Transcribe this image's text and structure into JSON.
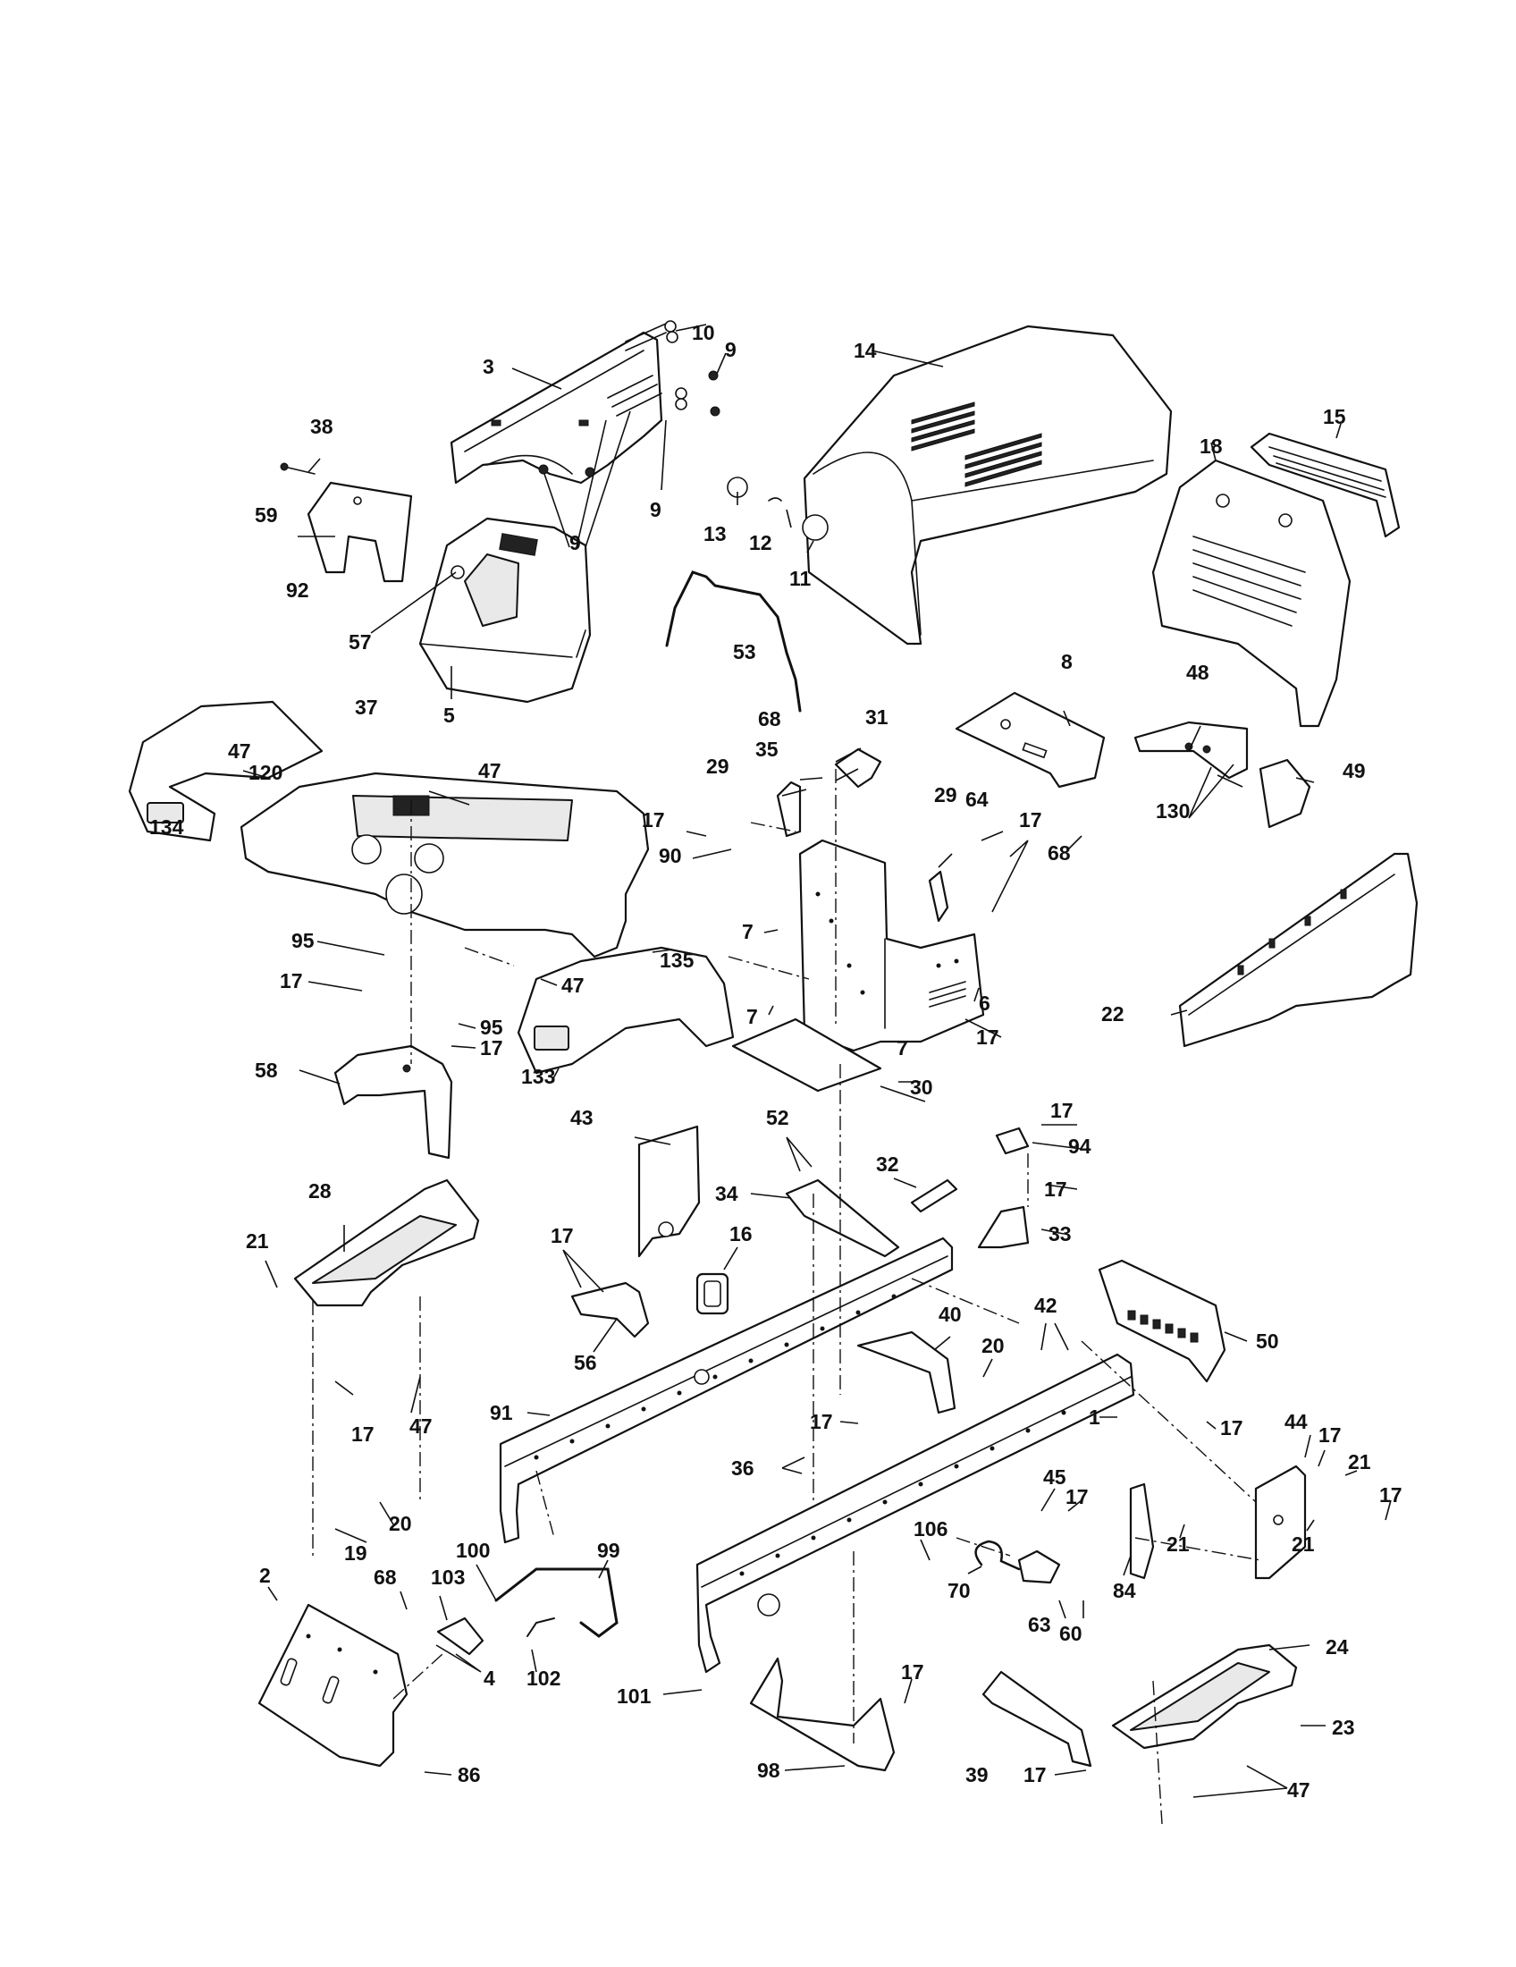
{
  "diagram": {
    "part_numbers": [
      "1",
      "2",
      "3",
      "4",
      "5",
      "6",
      "7",
      "8",
      "9",
      "10",
      "11",
      "12",
      "13",
      "14",
      "15",
      "16",
      "17",
      "18",
      "19",
      "20",
      "21",
      "22",
      "23",
      "24",
      "28",
      "29",
      "30",
      "31",
      "32",
      "33",
      "34",
      "35",
      "36",
      "37",
      "38",
      "39",
      "40",
      "42",
      "43",
      "44",
      "45",
      "47",
      "48",
      "49",
      "50",
      "52",
      "53",
      "56",
      "57",
      "58",
      "59",
      "60",
      "63",
      "64",
      "68",
      "70",
      "84",
      "86",
      "90",
      "91",
      "92",
      "94",
      "95",
      "98",
      "99",
      "100",
      "101",
      "102",
      "103",
      "106",
      "120",
      "130",
      "133",
      "134",
      "135"
    ]
  },
  "callouts": [
    {
      "id": "c10",
      "label": "10"
    },
    {
      "id": "c9a",
      "label": "9"
    },
    {
      "id": "c3",
      "label": "3"
    },
    {
      "id": "c14",
      "label": "14"
    },
    {
      "id": "c18",
      "label": "18"
    },
    {
      "id": "c15",
      "label": "15"
    },
    {
      "id": "c38",
      "label": "38"
    },
    {
      "id": "c59",
      "label": "59"
    },
    {
      "id": "c9b",
      "label": "9"
    },
    {
      "id": "c9c",
      "label": "9"
    },
    {
      "id": "c13",
      "label": "13"
    },
    {
      "id": "c12",
      "label": "12"
    },
    {
      "id": "c11",
      "label": "11"
    },
    {
      "id": "c92",
      "label": "92"
    },
    {
      "id": "c57",
      "label": "57"
    },
    {
      "id": "c53",
      "label": "53"
    },
    {
      "id": "c5",
      "label": "5"
    },
    {
      "id": "c8",
      "label": "8"
    },
    {
      "id": "c48",
      "label": "48"
    },
    {
      "id": "c37",
      "label": "37"
    },
    {
      "id": "c68a",
      "label": "68"
    },
    {
      "id": "c31",
      "label": "31"
    },
    {
      "id": "c35",
      "label": "35"
    },
    {
      "id": "c47a",
      "label": "47"
    },
    {
      "id": "c120",
      "label": "120"
    },
    {
      "id": "c47b",
      "label": "47"
    },
    {
      "id": "c29a",
      "label": "29"
    },
    {
      "id": "c29b",
      "label": "29"
    },
    {
      "id": "c64",
      "label": "64"
    },
    {
      "id": "c17a",
      "label": "17"
    },
    {
      "id": "c49",
      "label": "49"
    },
    {
      "id": "c130",
      "label": "130"
    },
    {
      "id": "c17b",
      "label": "17"
    },
    {
      "id": "c90",
      "label": "90"
    },
    {
      "id": "c68b",
      "label": "68"
    },
    {
      "id": "c134",
      "label": "134"
    },
    {
      "id": "c7a",
      "label": "7"
    },
    {
      "id": "c135",
      "label": "135"
    },
    {
      "id": "c95a",
      "label": "95"
    },
    {
      "id": "c6",
      "label": "6"
    },
    {
      "id": "c22",
      "label": "22"
    },
    {
      "id": "c17c",
      "label": "17"
    },
    {
      "id": "c47c",
      "label": "47"
    },
    {
      "id": "c7b",
      "label": "7"
    },
    {
      "id": "c95b",
      "label": "95"
    },
    {
      "id": "c17d",
      "label": "17"
    },
    {
      "id": "c17e",
      "label": "17"
    },
    {
      "id": "c58",
      "label": "58"
    },
    {
      "id": "c133",
      "label": "133"
    },
    {
      "id": "c7c",
      "label": "7"
    },
    {
      "id": "c30",
      "label": "30"
    },
    {
      "id": "c17f",
      "label": "17"
    },
    {
      "id": "c43",
      "label": "43"
    },
    {
      "id": "c52",
      "label": "52"
    },
    {
      "id": "c94",
      "label": "94"
    },
    {
      "id": "c32",
      "label": "32"
    },
    {
      "id": "c28",
      "label": "28"
    },
    {
      "id": "c34",
      "label": "34"
    },
    {
      "id": "c17g",
      "label": "17"
    },
    {
      "id": "c33",
      "label": "33"
    },
    {
      "id": "c21a",
      "label": "21"
    },
    {
      "id": "c17h",
      "label": "17"
    },
    {
      "id": "c16",
      "label": "16"
    },
    {
      "id": "c42",
      "label": "42"
    },
    {
      "id": "c40",
      "label": "40"
    },
    {
      "id": "c50",
      "label": "50"
    },
    {
      "id": "c56",
      "label": "56"
    },
    {
      "id": "c20a",
      "label": "20"
    },
    {
      "id": "c47d",
      "label": "47"
    },
    {
      "id": "c91",
      "label": "91"
    },
    {
      "id": "c17i",
      "label": "17"
    },
    {
      "id": "c17j",
      "label": "17"
    },
    {
      "id": "c1",
      "label": "1"
    },
    {
      "id": "c17k",
      "label": "17"
    },
    {
      "id": "c44",
      "label": "44"
    },
    {
      "id": "c17l",
      "label": "17"
    },
    {
      "id": "c36",
      "label": "36"
    },
    {
      "id": "c21b",
      "label": "21"
    },
    {
      "id": "c45",
      "label": "45"
    },
    {
      "id": "c17m",
      "label": "17"
    },
    {
      "id": "c17n",
      "label": "17"
    },
    {
      "id": "c20b",
      "label": "20"
    },
    {
      "id": "c19",
      "label": "19"
    },
    {
      "id": "c100",
      "label": "100"
    },
    {
      "id": "c99",
      "label": "99"
    },
    {
      "id": "c106",
      "label": "106"
    },
    {
      "id": "c21c",
      "label": "21"
    },
    {
      "id": "c21d",
      "label": "21"
    },
    {
      "id": "c68c",
      "label": "68"
    },
    {
      "id": "c103",
      "label": "103"
    },
    {
      "id": "c70",
      "label": "70"
    },
    {
      "id": "c84",
      "label": "84"
    },
    {
      "id": "c2",
      "label": "2"
    },
    {
      "id": "c63",
      "label": "63"
    },
    {
      "id": "c60",
      "label": "60"
    },
    {
      "id": "c24",
      "label": "24"
    },
    {
      "id": "c4",
      "label": "4"
    },
    {
      "id": "c102",
      "label": "102"
    },
    {
      "id": "c17o",
      "label": "17"
    },
    {
      "id": "c101",
      "label": "101"
    },
    {
      "id": "c23",
      "label": "23"
    },
    {
      "id": "c86",
      "label": "86"
    },
    {
      "id": "c98",
      "label": "98"
    },
    {
      "id": "c39",
      "label": "39"
    },
    {
      "id": "c17p",
      "label": "17"
    },
    {
      "id": "c47e",
      "label": "47"
    }
  ]
}
